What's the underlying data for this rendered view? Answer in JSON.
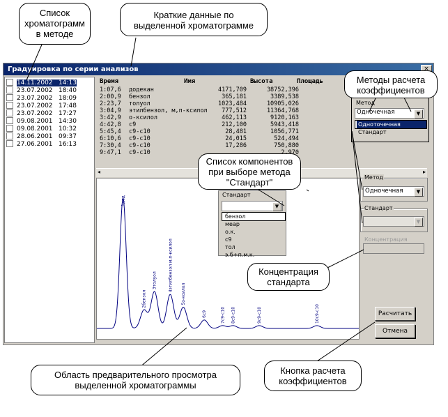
{
  "window": {
    "title": "Градуировка по серии анализов",
    "close": "×"
  },
  "analyses": [
    {
      "date": "14.11.2002",
      "time": "14:13",
      "selected": true
    },
    {
      "date": "23.07.2002",
      "time": "18:40"
    },
    {
      "date": "23.07.2002",
      "time": "18:09"
    },
    {
      "date": "23.07.2002",
      "time": "17:48"
    },
    {
      "date": "23.07.2002",
      "time": "17:27"
    },
    {
      "date": "09.08.2001",
      "time": "14:30"
    },
    {
      "date": "09.08.2001",
      "time": "10:32"
    },
    {
      "date": "28.06.2001",
      "time": "09:37"
    },
    {
      "date": "27.06.2001",
      "time": "16:13"
    }
  ],
  "table": {
    "headers": {
      "time": "Время",
      "name": "Имя",
      "height": "Высота",
      "area": "Площадь"
    },
    "rows": [
      [
        "1:07,6",
        "додекан",
        "4171,709",
        "38752,396"
      ],
      [
        "2:00,9",
        "бензол",
        "365,181",
        "3389,538"
      ],
      [
        "2:23,7",
        "толуол",
        "1023,484",
        "10905,026"
      ],
      [
        "3:04,9",
        "этилбензол, м,п-ксилол",
        "777,512",
        "11364,768"
      ],
      [
        "3:42,9",
        "о-ксилол",
        "462,113",
        "9120,163"
      ],
      [
        "4:42,8",
        "c9",
        "212,100",
        "5943,418"
      ],
      [
        "5:45,4",
        "c9-c10",
        "28,481",
        "1056,771"
      ],
      [
        "6:10,6",
        "c9-c10",
        "24,015",
        "524,494"
      ],
      [
        "7:30,4",
        "c9-c10",
        "17,286",
        "750,880"
      ],
      [
        "9:47,1",
        "c9-c10",
        "",
        "2,970"
      ]
    ]
  },
  "panel": {
    "method_label": "Метод",
    "method_value": "Одночечная",
    "standard_label": "Стандарт",
    "standard_value": "",
    "concentration_label": "Концентрация",
    "concentration_value": "",
    "calc_button": "Расчитать",
    "cancel_button": "Отмена"
  },
  "method_popup": {
    "label": "Метод",
    "value": "Одночечная",
    "options": [
      "Одноточечная",
      "Стандарт"
    ]
  },
  "standard_popup": {
    "label": "Стандарт",
    "options": [
      "бензол",
      "меар",
      "о.к.",
      "c9",
      "тол",
      "э.б+п.м.к."
    ]
  },
  "chart_data": {
    "type": "line",
    "peaks": [
      {
        "label": "1дод",
        "x": 0.1,
        "h": 0.92
      },
      {
        "label": "2бензол",
        "x": 0.18,
        "h": 0.13
      },
      {
        "label": "3толуол",
        "x": 0.22,
        "h": 0.26
      },
      {
        "label": "4этилбензол м,п-ксилол",
        "x": 0.28,
        "h": 0.24
      },
      {
        "label": "5о-ксилол",
        "x": 0.33,
        "h": 0.15
      },
      {
        "label": "6с9",
        "x": 0.41,
        "h": 0.06
      },
      {
        "label": "7с9-с10",
        "x": 0.48,
        "h": 0.02
      },
      {
        "label": "8с9-с10",
        "x": 0.52,
        "h": 0.02
      },
      {
        "label": "9с9-с10",
        "x": 0.62,
        "h": 0.02
      },
      {
        "label": "10с9-с10",
        "x": 0.84,
        "h": 0.02
      }
    ]
  },
  "callouts": {
    "list": "Список\nхроматограмм\nв методе",
    "brief": "Краткие данные по\nвыделенной хроматограмме",
    "methods": "Методы расчета\nкоэффициентов",
    "components": "Список компонентов\nпри выборе метода\n\"Стандарт\"",
    "concentration": "Концентрация\nстандарта",
    "preview": "Область предварительного просмотра\nвыделенной хроматограммы",
    "calc": "Кнопка расчета\nкоэффициентов"
  }
}
